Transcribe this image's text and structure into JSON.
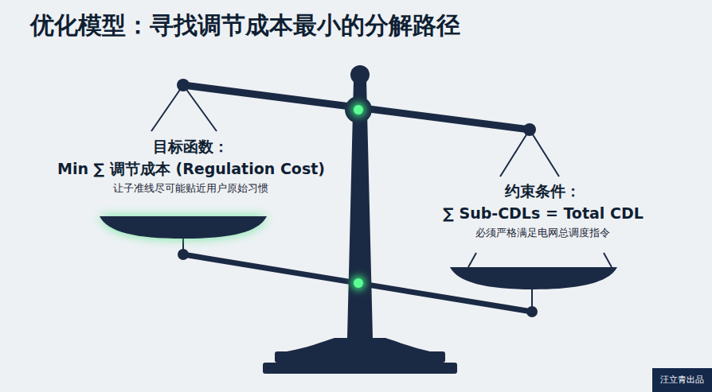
{
  "diagram": {
    "title": "优化模型：寻找调节成本最小的分解路径",
    "nodes": [
      {
        "text": [
          "目标函数：",
          "Min ∑ 调节成本 (Regulation Cost)",
          "让子准线尽可能贴近用户原始习惯"
        ]
      },
      {
        "text": [
          "约束条件：",
          "∑ Sub-CDLs = Total CDL",
          "必须严格满足电网总调度指令"
        ]
      },
      {
        "text": [
          "汪立青出品"
        ]
      }
    ]
  }
}
